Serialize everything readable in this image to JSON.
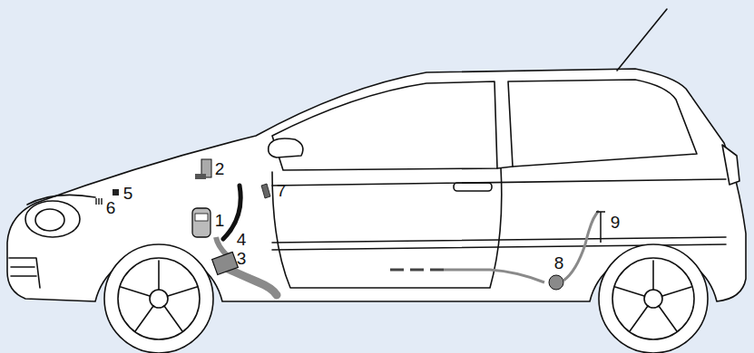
{
  "diagram": {
    "labels": [
      "2",
      "5",
      "6",
      "1",
      "7",
      "4",
      "3",
      "8",
      "9"
    ]
  }
}
